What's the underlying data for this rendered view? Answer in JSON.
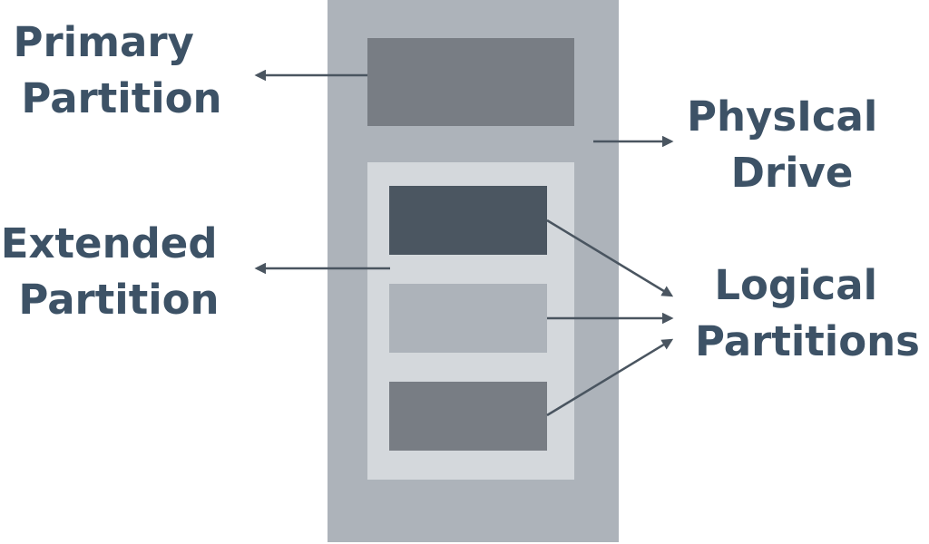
{
  "labels": {
    "primary": [
      "Primary",
      "Partition"
    ],
    "extended": [
      "Extended",
      "Partition"
    ],
    "physical": [
      "PhysIcal",
      "Drive"
    ],
    "logical": [
      "Logical",
      "Partitions"
    ]
  },
  "colors": {
    "text": "#3d5266",
    "arrow": "#4a5560",
    "drive": "#adb3ba",
    "extended_box": "#d4d8dc",
    "primary_box": "#787d84",
    "logical_1": "#4b5661",
    "logical_2": "#adb3ba",
    "logical_3": "#787d84"
  }
}
